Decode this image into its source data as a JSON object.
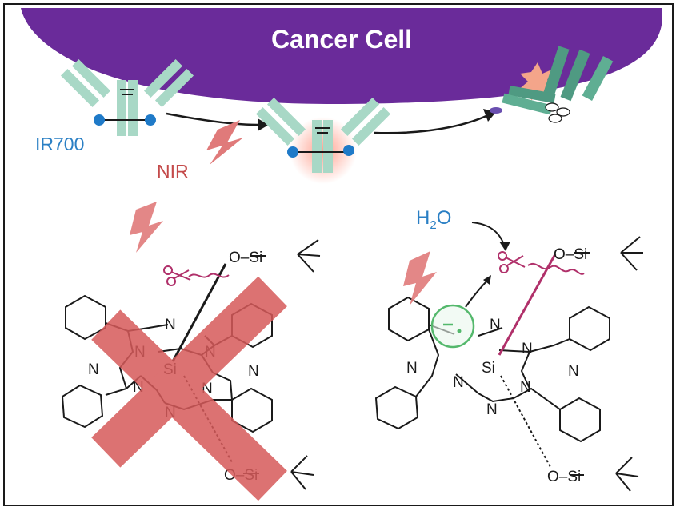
{
  "title": "Cancer Cell",
  "labels": {
    "dye": "IR700",
    "light": "NIR",
    "water": "H",
    "water_sub": "2",
    "water_tail": "O"
  },
  "atoms": {
    "nitrogen": "N",
    "silicon": "Si",
    "oxygen": "O",
    "axial_group": "O–Si"
  },
  "colors": {
    "cell": "#6a2b9a",
    "antibody": "#9fd3c0",
    "antibody_dark": "#4f9a82",
    "dye": "#1f7ac8",
    "laser": "#d9534f",
    "cross": "#d65a5a",
    "radical_ring": "#54b86c",
    "water_label": "#2a7fc4",
    "bond": "#1a1a1a",
    "ligand": "#b0306a"
  }
}
